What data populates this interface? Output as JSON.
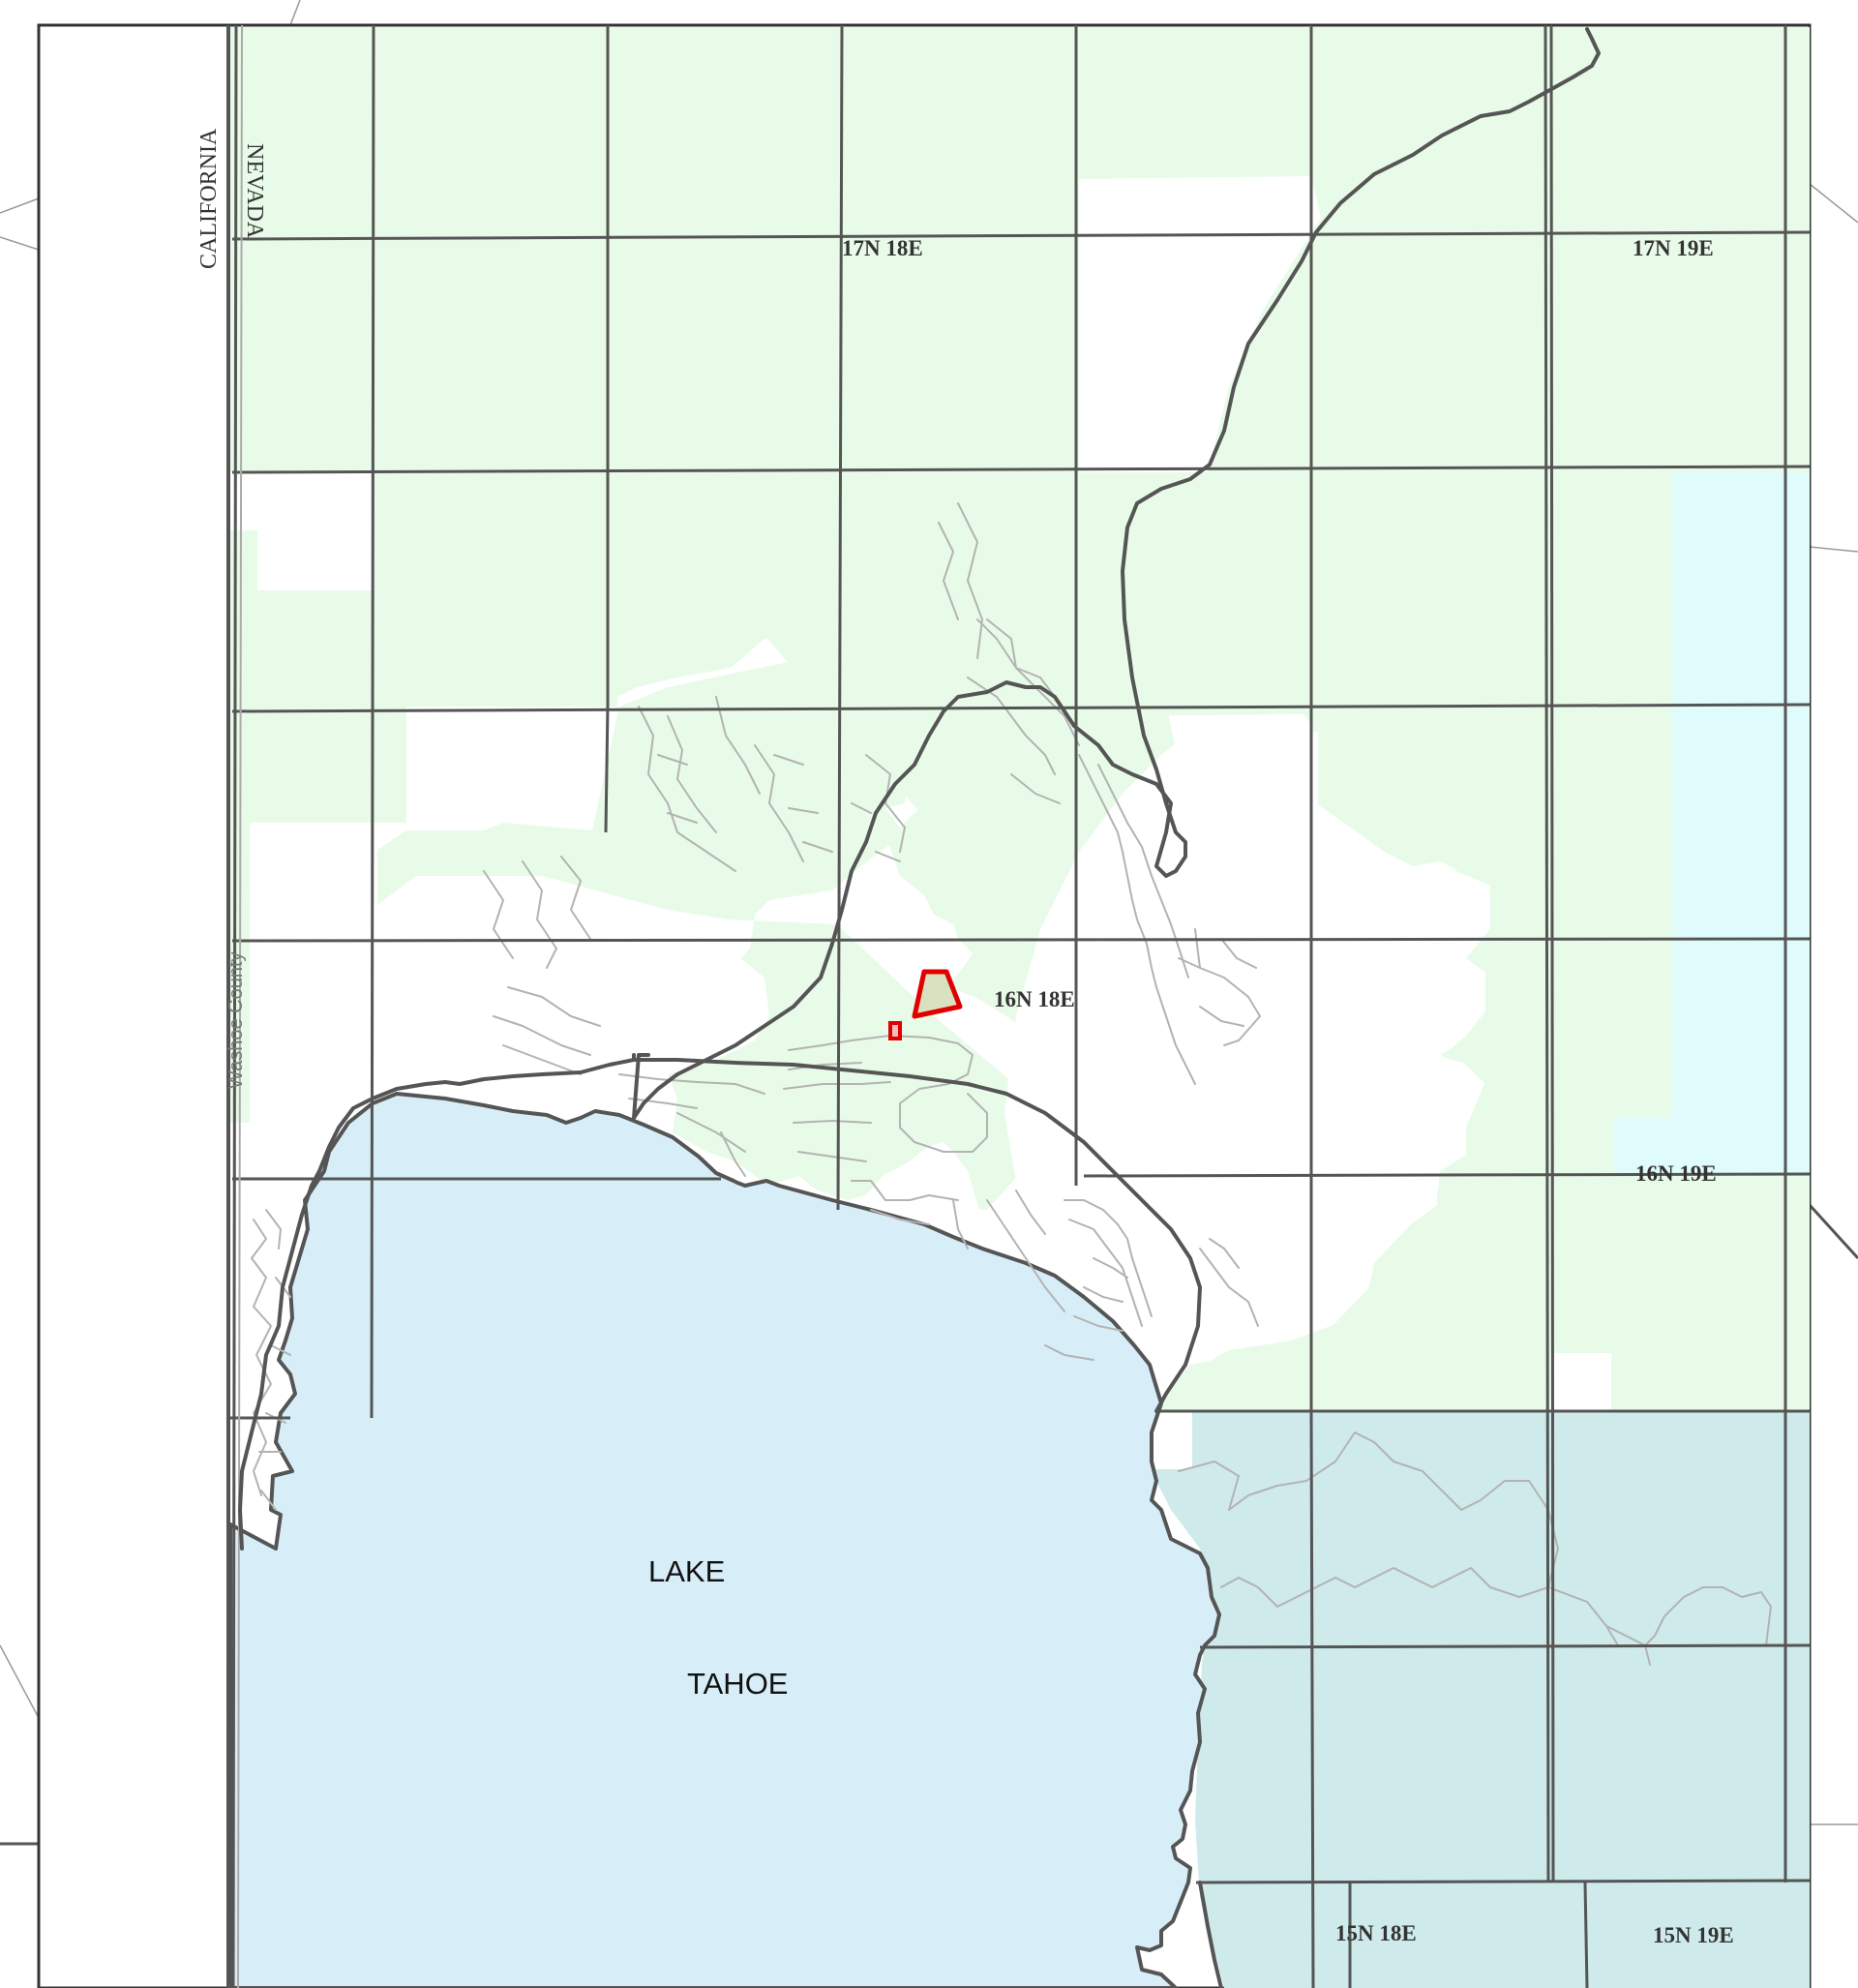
{
  "labels": {
    "state_california": "CALIFORNIA",
    "state_nevada": "NEVADA",
    "county": "Washoe County",
    "lake_line1": "LAKE",
    "lake_line2": "TAHOE",
    "t17n18e": "17N 18E",
    "t17n19e": "17N 19E",
    "t16n18e": "16N 18E",
    "t16n19e": "16N 19E",
    "t15n18e": "15N 18E",
    "t15n19e": "15N 19E"
  },
  "colors": {
    "public_land_green": "#e8fbe8",
    "public_land_cyan": "#e0fbfb",
    "teal_land": "#cfeaea",
    "lake_water": "#d7eef8",
    "grid_line": "#555555",
    "minor_road": "#b3b3b3",
    "parcel_outline": "#e00000",
    "parcel_fill": "#d9e2c0"
  }
}
